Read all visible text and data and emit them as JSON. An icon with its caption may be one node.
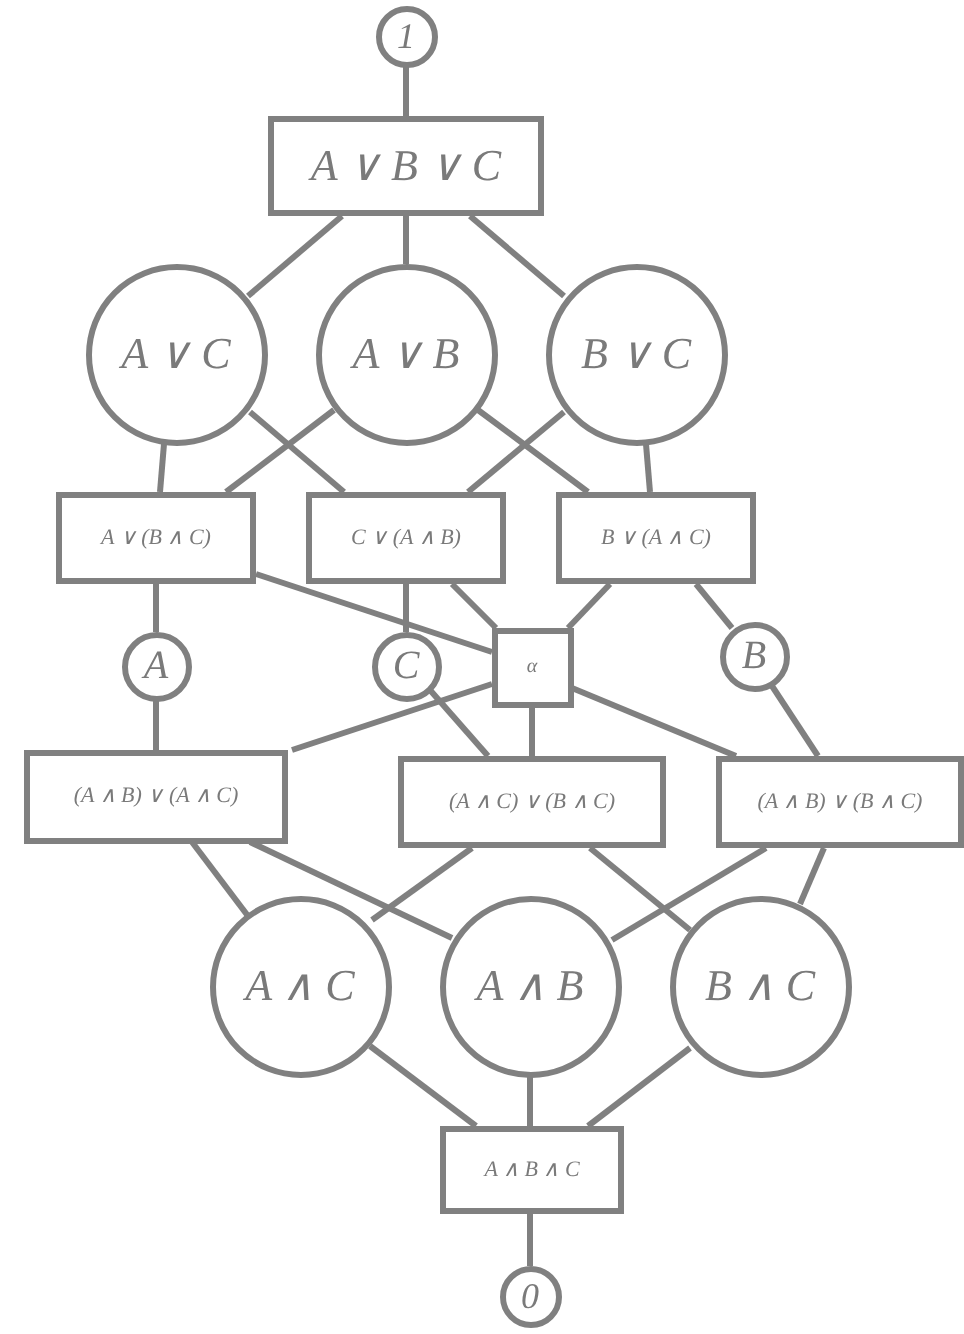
{
  "diagram": {
    "nodes": [
      {
        "text": [
          "1"
        ]
      },
      {
        "text": [
          "A ∨ B ∨ C"
        ]
      },
      {
        "text": [
          "A ∨ C"
        ]
      },
      {
        "text": [
          "A ∨ B"
        ]
      },
      {
        "text": [
          "B ∨ C"
        ]
      },
      {
        "text": [
          "A ∨ (B ∧ C)"
        ]
      },
      {
        "text": [
          "C ∨ (A ∧ B)"
        ]
      },
      {
        "text": [
          "B ∨ (A ∧ C)"
        ]
      },
      {
        "text": [
          "A"
        ]
      },
      {
        "text": [
          "C"
        ]
      },
      {
        "text": [
          "α"
        ]
      },
      {
        "text": [
          "B"
        ]
      },
      {
        "text": [
          "(A ∧ B) ∨ (A ∧ C)"
        ]
      },
      {
        "text": [
          "(A ∧ C) ∨ (B ∧ C)"
        ]
      },
      {
        "text": [
          "(A ∧ B) ∨ (B ∧ C)"
        ]
      },
      {
        "text": [
          "A ∧ C"
        ]
      },
      {
        "text": [
          "A ∧ B"
        ]
      },
      {
        "text": [
          "B ∧ C"
        ]
      },
      {
        "text": [
          "A ∧ B ∧ C"
        ]
      },
      {
        "text": [
          "0"
        ]
      }
    ],
    "edges": [
      {
        "from": 0,
        "to": 1,
        "arrow": "none"
      },
      {
        "from": 1,
        "to": 2,
        "arrow": "none"
      },
      {
        "from": 1,
        "to": 3,
        "arrow": "none"
      },
      {
        "from": 1,
        "to": 4,
        "arrow": "none"
      },
      {
        "from": 2,
        "to": 5,
        "arrow": "none"
      },
      {
        "from": 2,
        "to": 6,
        "arrow": "none"
      },
      {
        "from": 3,
        "to": 5,
        "arrow": "none"
      },
      {
        "from": 3,
        "to": 7,
        "arrow": "none"
      },
      {
        "from": 4,
        "to": 6,
        "arrow": "none"
      },
      {
        "from": 4,
        "to": 7,
        "arrow": "none"
      },
      {
        "from": 5,
        "to": 8,
        "arrow": "none"
      },
      {
        "from": 5,
        "to": 10,
        "arrow": "none"
      },
      {
        "from": 6,
        "to": 9,
        "arrow": "none"
      },
      {
        "from": 6,
        "to": 10,
        "arrow": "none"
      },
      {
        "from": 7,
        "to": 10,
        "arrow": "none"
      },
      {
        "from": 7,
        "to": 11,
        "arrow": "none"
      },
      {
        "from": 8,
        "to": 12,
        "arrow": "none"
      },
      {
        "from": 9,
        "to": 13,
        "arrow": "none"
      },
      {
        "from": 10,
        "to": 12,
        "arrow": "none"
      },
      {
        "from": 10,
        "to": 13,
        "arrow": "none"
      },
      {
        "from": 10,
        "to": 14,
        "arrow": "none"
      },
      {
        "from": 11,
        "to": 14,
        "arrow": "none"
      },
      {
        "from": 12,
        "to": 15,
        "arrow": "none"
      },
      {
        "from": 12,
        "to": 16,
        "arrow": "none"
      },
      {
        "from": 13,
        "to": 15,
        "arrow": "none"
      },
      {
        "from": 13,
        "to": 17,
        "arrow": "none"
      },
      {
        "from": 14,
        "to": 16,
        "arrow": "none"
      },
      {
        "from": 14,
        "to": 17,
        "arrow": "none"
      },
      {
        "from": 15,
        "to": 18,
        "arrow": "none"
      },
      {
        "from": 16,
        "to": 18,
        "arrow": "none"
      },
      {
        "from": 17,
        "to": 18,
        "arrow": "none"
      },
      {
        "from": 18,
        "to": 19,
        "arrow": "none"
      }
    ]
  }
}
